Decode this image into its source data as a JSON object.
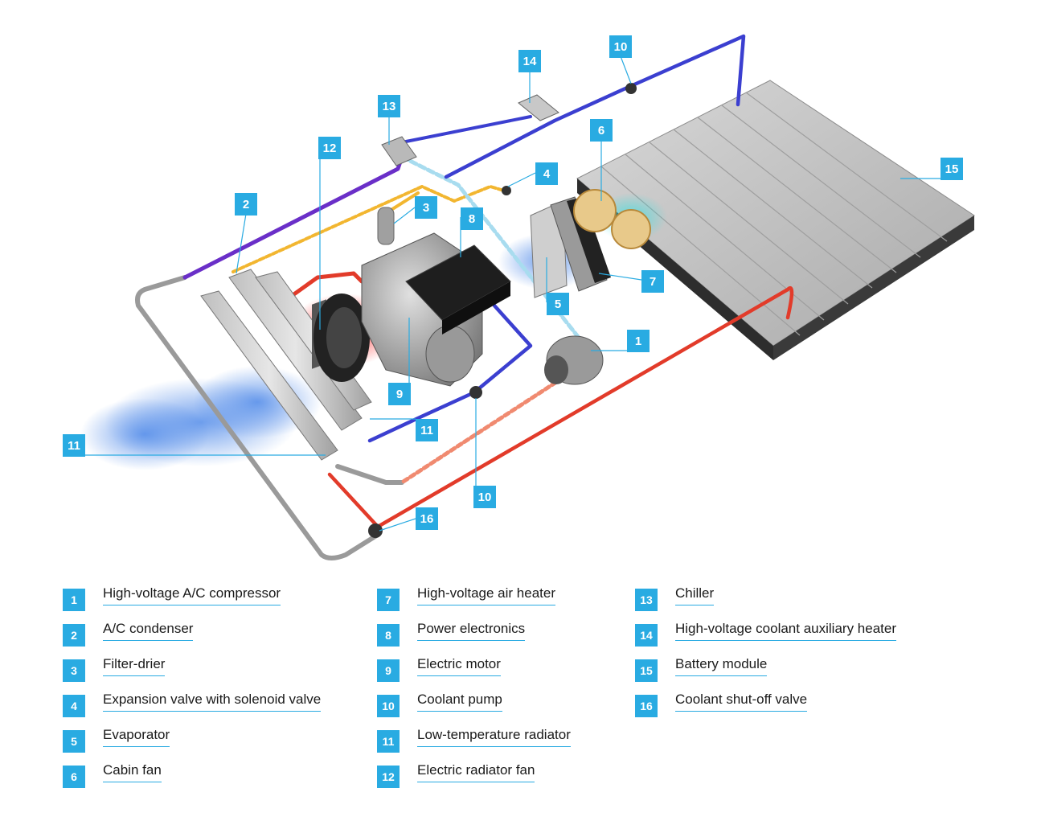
{
  "colors": {
    "accent": "#29abe2",
    "pipe_purple": "#6a2fc8",
    "pipe_blue": "#3b3fd0",
    "pipe_red": "#e23b2a",
    "pipe_yellow": "#f2b630",
    "pipe_grey": "#9a9a9a",
    "airflow_blue": "#4a86e8"
  },
  "diagram_labels": [
    {
      "id": "c15",
      "number": "15"
    },
    {
      "id": "c14",
      "number": "14"
    },
    {
      "id": "c10a",
      "number": "10"
    },
    {
      "id": "c13",
      "number": "13"
    },
    {
      "id": "c12",
      "number": "12"
    },
    {
      "id": "c6",
      "number": "6"
    },
    {
      "id": "c4",
      "number": "4"
    },
    {
      "id": "c2",
      "number": "2"
    },
    {
      "id": "c3",
      "number": "3"
    },
    {
      "id": "c8",
      "number": "8"
    },
    {
      "id": "c7",
      "number": "7"
    },
    {
      "id": "c5",
      "number": "5"
    },
    {
      "id": "c1",
      "number": "1"
    },
    {
      "id": "c9",
      "number": "9"
    },
    {
      "id": "c11a",
      "number": "11"
    },
    {
      "id": "c11b",
      "number": "11"
    },
    {
      "id": "c10b",
      "number": "10"
    },
    {
      "id": "c16",
      "number": "16"
    }
  ],
  "legend": [
    {
      "number": "1",
      "label": "High-voltage A/C compressor"
    },
    {
      "number": "2",
      "label": "A/C condenser"
    },
    {
      "number": "3",
      "label": "Filter-drier"
    },
    {
      "number": "4",
      "label": "Expansion valve with solenoid valve"
    },
    {
      "number": "5",
      "label": "Evaporator"
    },
    {
      "number": "6",
      "label": "Cabin fan"
    },
    {
      "number": "7",
      "label": "High-voltage air heater"
    },
    {
      "number": "8",
      "label": "Power electronics"
    },
    {
      "number": "9",
      "label": "Electric motor"
    },
    {
      "number": "10",
      "label": "Coolant pump"
    },
    {
      "number": "11",
      "label": "Low-temperature radiator"
    },
    {
      "number": "12",
      "label": "Electric radiator fan"
    },
    {
      "number": "13",
      "label": "Chiller"
    },
    {
      "number": "14",
      "label": "High-voltage coolant auxiliary heater"
    },
    {
      "number": "15",
      "label": "Battery module"
    },
    {
      "number": "16",
      "label": "Coolant shut-off valve"
    }
  ]
}
